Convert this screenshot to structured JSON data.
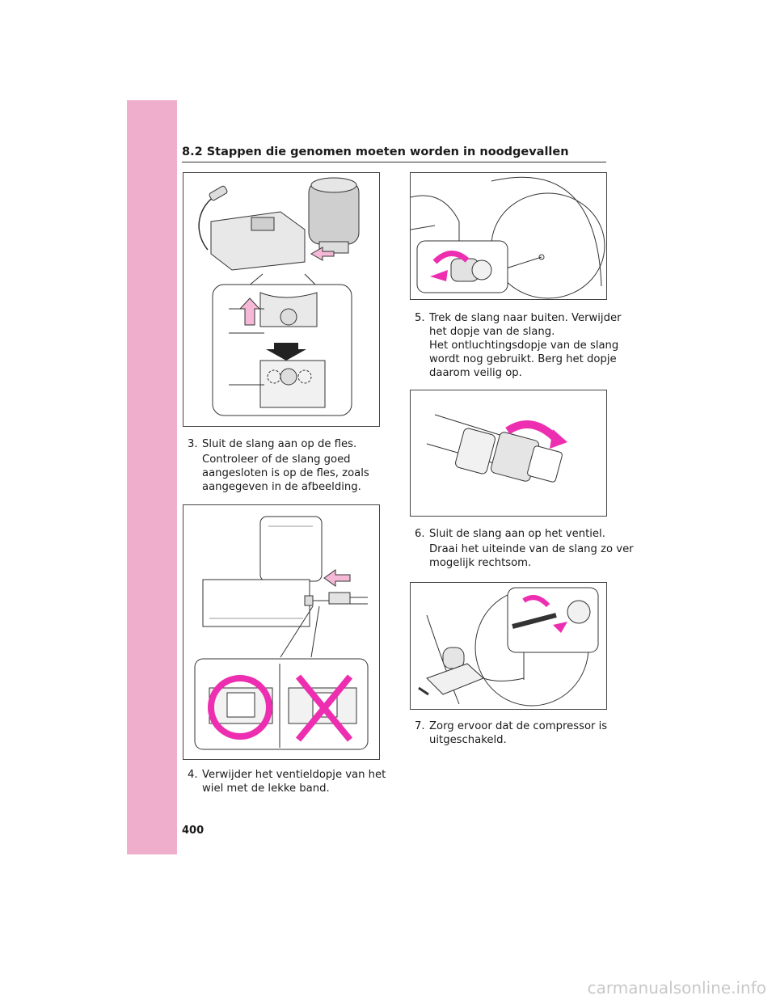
{
  "header": {
    "section_title": "8.2 Stappen die genomen moeten worden in noodgevallen"
  },
  "steps": [
    {
      "num": "3.",
      "title_line1": "Sluit de slang aan op de fles.",
      "title_line2": "",
      "note": [
        "Controleer of de slang goed",
        "aangesloten is op de fles, zoals",
        "aangegeven in de afbeelding."
      ]
    },
    {
      "num": "4.",
      "title_line1": "Verwijder het ventieldopje van het",
      "title_line2": "wiel met de lekke band.",
      "note": []
    },
    {
      "num": "5.",
      "title_line1": "Trek de slang naar buiten. Verwijder",
      "title_line2": "het dopje van de slang.",
      "note": [
        "Het ontluchtingsdopje van de slang",
        "wordt nog gebruikt. Berg het dopje",
        "daarom veilig op."
      ]
    },
    {
      "num": "6.",
      "title_line1": "Sluit de slang aan op het ventiel.",
      "title_line2": "",
      "note": [
        "Draai het uiteinde van de slang zo ver",
        "mogelijk rechtsom."
      ]
    },
    {
      "num": "7.",
      "title_line1": "Zorg ervoor dat de compressor is",
      "title_line2": "uitgeschakeld.",
      "note": []
    }
  ],
  "footer": {
    "page_number": "400",
    "watermark": "carmanualsonline.info"
  },
  "colors": {
    "accent_pink": "#efaecc",
    "arrow_pink": "#ee2eb0"
  }
}
